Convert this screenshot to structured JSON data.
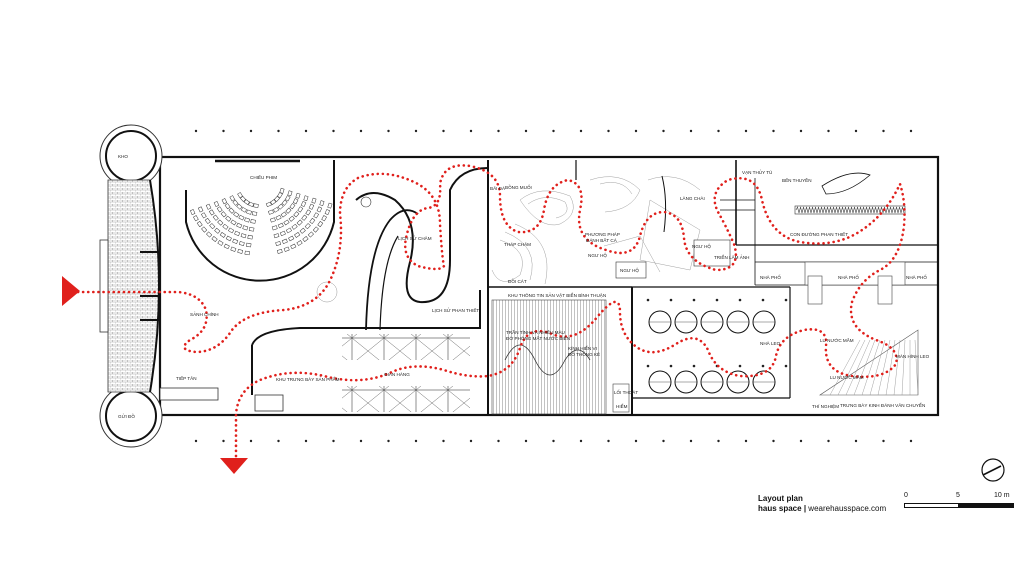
{
  "title": "Layout plan",
  "subtitle_brand": "haus space",
  "subtitle_separator": "|",
  "subtitle_url": "wearehausspace.com",
  "scale": {
    "labels": [
      "0",
      "5",
      "10 m"
    ]
  },
  "rooms": {
    "kho": "KHO",
    "chieu_phim": "CHIẾU PHIM",
    "sanh_chinh": "SẢNH CHÍNH",
    "tiep_tan": "TIẾP TÂN",
    "gui_do": "GỬI ĐỒ",
    "lich_so_cham": "LỊCH SỬ CHĂM",
    "lich_su_phan_thiet": "LỊCH SỬ PHAN THIẾT",
    "khu_trung_bay": "KHU TRƯNG BÀY SẢN PHẨM",
    "gian_hang": "GIAN HÀNG",
    "bai_da": "BÃI ĐÁ",
    "bong_muoi": "BỒNG MUỐI",
    "thap_cham": "THÁP CHĂM",
    "doi_cat": "ĐỒI CÁT",
    "phuong_phap": "PHƯƠNG PHÁP",
    "danh_bat_ca": "ĐÁNH BẮT CÁ",
    "ngu_ho_1": "NGƯ HỘ",
    "ngu_ho_2": "NGƯ HỘ",
    "ngu_ho_3": "NGƯ HỘ",
    "lang_chai": "LÀNG CHÀI",
    "trien_lam_anh": "TRIỂN LÃM ẢNH",
    "van_thuy_tu": "VẠN THỦY TÚ",
    "ben_thuyen": "BẾN THUYỀN",
    "con_duong_phan_thiet": "CON ĐƯỜNG PHAN THIẾT",
    "nha_pho_1": "NHÀ PHỐ",
    "nha_pho_2": "NHÀ PHỐ",
    "nha_pho_3": "NHÀ PHỐ",
    "khu_thong_tin": "KHU THÔNG TIN SẢN VẬT BIỂN BÌNH THUẬN",
    "tran_tinh": "TRẦN TÌNH VÀ NHIỀU MÀU",
    "do_phong_mat": "ĐỜ PHÒNG MẮT NƯỚC BIỂN",
    "kinh_hien_vi": "KÍNH HIỂN VI",
    "luoi_thong_ke": "ĐỒ THỐNG KÊ",
    "loi_thoat": "LỐI THOÁT",
    "hiem": "HIỂM",
    "nha_leo": "NHÀ LEO",
    "lu_nuoc_mam_1": "LU NƯỚC MẮM",
    "lu_nuoc_mam_2": "LU NƯỚC MẮM",
    "man_hinh_leo": "MÀN HÌNH LEO",
    "thi_nghiem": "THÍ NGHIỆM",
    "trung_bay_kinh": "TRƯNG BÀY KINH ĐÁNH VÂN CHUYỂN"
  },
  "colors": {
    "path": "#e0201c",
    "arrow": "#e0201c",
    "wall": "#111111",
    "hatch": "#7a7a7a"
  }
}
